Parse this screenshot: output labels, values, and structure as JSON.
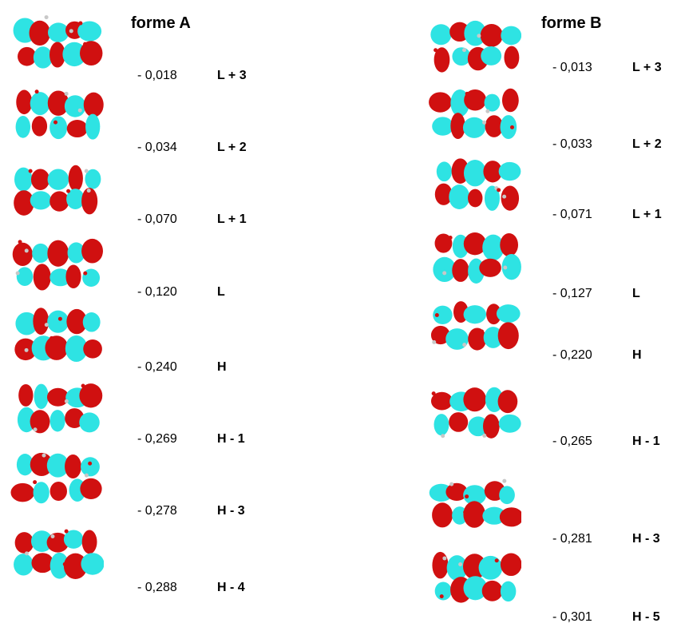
{
  "columns": [
    {
      "title": "forme A",
      "orbitals": [
        {
          "label": "L + 3",
          "energy": "- 0,018"
        },
        {
          "label": "L + 2",
          "energy": "- 0,034"
        },
        {
          "label": "L + 1",
          "energy": "- 0,070"
        },
        {
          "label": "L",
          "energy": "- 0,120"
        },
        {
          "label": "H",
          "energy": "- 0,240"
        },
        {
          "label": "H - 1",
          "energy": "- 0,269"
        },
        {
          "label": "H - 3",
          "energy": "- 0,278"
        },
        {
          "label": "H - 4",
          "energy": "- 0,288"
        }
      ]
    },
    {
      "title": "forme B",
      "orbitals": [
        {
          "label": "L + 3",
          "energy": "- 0,013"
        },
        {
          "label": "L + 2",
          "energy": "- 0,033"
        },
        {
          "label": "L + 1",
          "energy": "- 0,071"
        },
        {
          "label": "L",
          "energy": "- 0,127"
        },
        {
          "label": "H",
          "energy": "- 0,220"
        },
        {
          "label": "H - 1",
          "energy": "- 0,265"
        },
        {
          "label": "H - 3",
          "energy": "- 0,281"
        },
        {
          "label": "H - 5",
          "energy": "- 0,301"
        }
      ]
    }
  ],
  "colors": {
    "positive_lobe": "#d01010",
    "negative_lobe": "#2ee3e3",
    "atom": "#c8c8c8"
  },
  "orbital_image_icon": "molecular-orbital-isosurface-icon"
}
